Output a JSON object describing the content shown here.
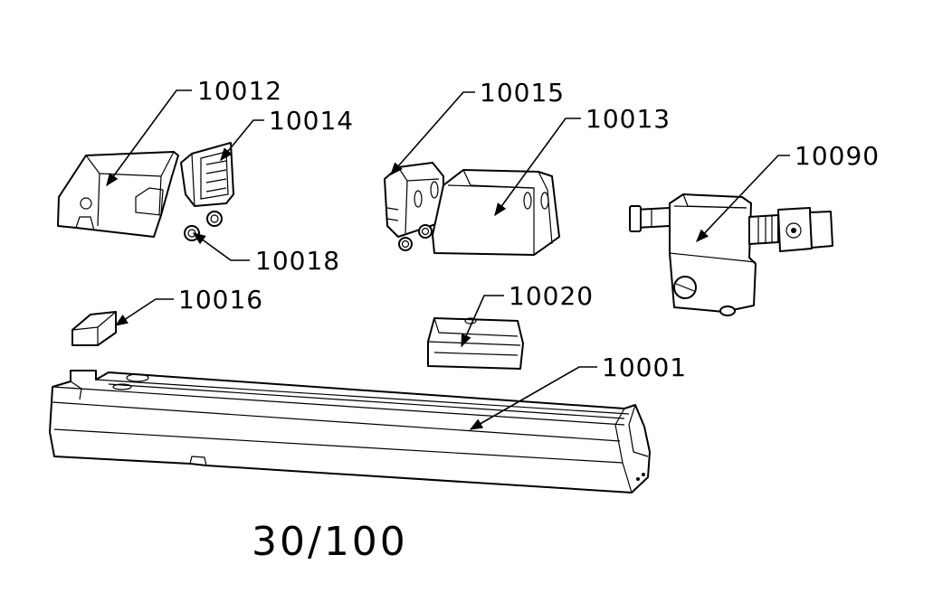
{
  "drawing": {
    "title": "30/100",
    "parts": [
      {
        "id": "p10012",
        "number": "10012"
      },
      {
        "id": "p10014",
        "number": "10014"
      },
      {
        "id": "p10018",
        "number": "10018"
      },
      {
        "id": "p10015",
        "number": "10015"
      },
      {
        "id": "p10013",
        "number": "10013"
      },
      {
        "id": "p10090",
        "number": "10090"
      },
      {
        "id": "p10016",
        "number": "10016"
      },
      {
        "id": "p10020",
        "number": "10020"
      },
      {
        "id": "p10001",
        "number": "10001"
      }
    ]
  }
}
